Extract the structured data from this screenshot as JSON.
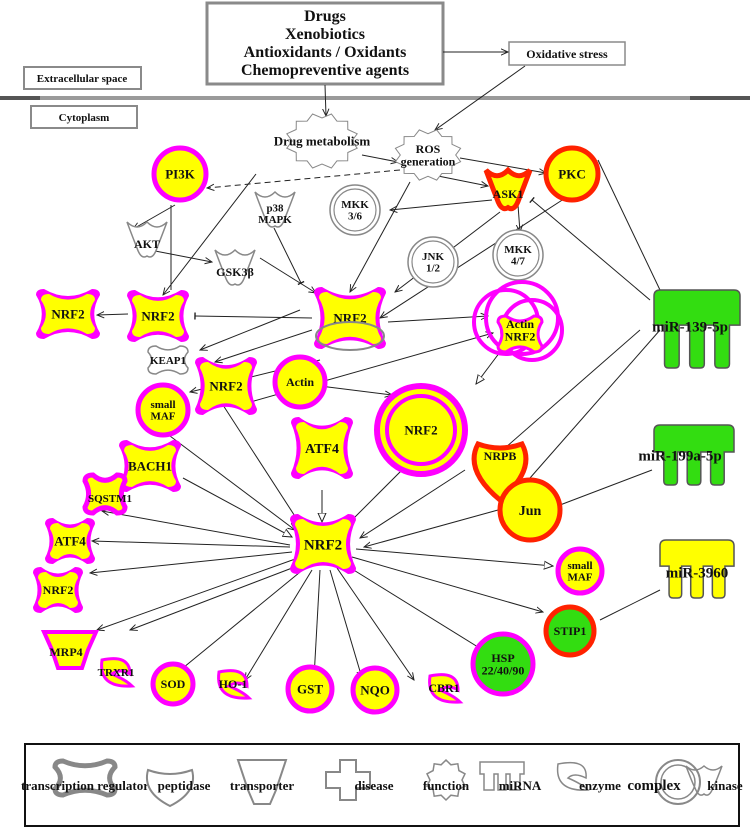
{
  "header": {
    "stimuli": [
      "Drugs",
      "Xenobiotics",
      "Antioxidants / Oxidants",
      "Chemopreventive agents"
    ],
    "oxidative_stress": "Oxidative stress",
    "extracellular": "Extracellular space",
    "cytoplasm": "Cytoplasm"
  },
  "nodes": {
    "drug_metabolism": "Drug metabolism",
    "ros": [
      "ROS",
      "generation"
    ],
    "pi3k": "PI3K",
    "pkc": "PKC",
    "ask1": "ASK1",
    "akt": "AKT",
    "p38": [
      "p38",
      "MAPK"
    ],
    "mkk36": [
      "MKK",
      "3/6"
    ],
    "mkk47": [
      "MKK",
      "4/7"
    ],
    "jnk": [
      "JNK",
      "1/2"
    ],
    "gsk3b": "GSK3β",
    "nrf2_left": "NRF2",
    "nrf2_inner": "NRF2",
    "nrf2_complex": "NRF2",
    "nrf2_actin_complex": [
      "Actin",
      "NRF2"
    ],
    "keap1": "KEAP1",
    "nrf2_mid": "NRF2",
    "actin": "Actin",
    "small_maf": [
      "small",
      "MAF"
    ],
    "atf4_mid": "ATF4",
    "nrf2_big_complex": "NRF2",
    "bach1": "BACH1",
    "nrpb": "NRPB",
    "jun": "Jun",
    "nrf2_center": "NRF2",
    "sqstm1": "SQSTM1",
    "atf4_left": "ATF4",
    "nrf2_bottom_left": "NRF2",
    "small_maf_right": [
      "small",
      "MAF"
    ],
    "stip1": "STIP1",
    "mrp4": "MRP4",
    "txnrd1": "TRXR1",
    "sod": "SOD",
    "ho1": "HO-1",
    "gst": "GST",
    "nqo": "NQO",
    "cbr1": "CBR1",
    "hsp": [
      "HSP",
      "22/40/90"
    ],
    "mir139": "miR-139-5p",
    "mir199": "miR-199a-5p",
    "mir3960": "miR-3960"
  },
  "legend": {
    "items": [
      "transcription regulator",
      "peptidase",
      "transporter",
      "disease",
      "function",
      "miRNA",
      "enzyme",
      "complex",
      "kinase"
    ]
  },
  "colors": {
    "yellow": "#ffff00",
    "magenta": "#ff00ff",
    "red": "#ff2200",
    "green": "#33dd11",
    "gray": "#888888"
  }
}
